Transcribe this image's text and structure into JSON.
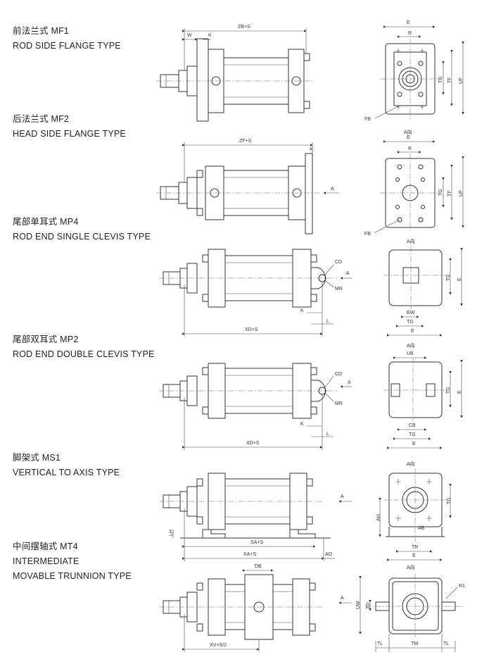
{
  "types": [
    {
      "id": "mf1",
      "cn": "前法兰式 MF1",
      "en": [
        "ROD SIDE FLANGE TYPE"
      ]
    },
    {
      "id": "mf2",
      "cn": "后法兰式 MF2",
      "en": [
        "HEAD SIDE FLANGE TYPE"
      ]
    },
    {
      "id": "mp4",
      "cn": "尾部单耳式 MP4",
      "en": [
        "ROD END SINGLE CLEVIS TYPE"
      ]
    },
    {
      "id": "mp2",
      "cn": "尾部双耳式 MP2",
      "en": [
        "ROD END DOUBLE CLEVIS TYPE"
      ]
    },
    {
      "id": "ms1",
      "cn": "脚架式 MS1",
      "en": [
        "VERTICAL TO AXIS TYPE"
      ]
    },
    {
      "id": "mt4",
      "cn": "中间摆轴式 MT4",
      "en": [
        "INTERMEDIATE",
        "MOVABLE TRUNNION TYPE"
      ]
    }
  ],
  "dims": {
    "mf1": {
      "zb": "ZB+S",
      "w": "W",
      "k": "K",
      "e": "E",
      "r": "R",
      "tg": "TG",
      "tf": "TF",
      "uf": "UF",
      "fb": "FB"
    },
    "mf2": {
      "zf": "ZF+S",
      "k": "K",
      "a": "A",
      "view": "A向",
      "e": "E",
      "r": "R",
      "tg": "TG",
      "tf": "TF",
      "uf": "UF",
      "fb": "FB"
    },
    "mp4": {
      "cd": "CD",
      "a": "A",
      "mr": "MR",
      "k": "K",
      "l": "L",
      "xd": "XD+S",
      "view": "A向",
      "tg": "TG",
      "e": "E",
      "ew": "EW",
      "tg2": "TG",
      "e2": "E"
    },
    "mp2": {
      "cd": "CD",
      "a": "A",
      "mr": "MR",
      "k": "K",
      "l": "L",
      "xd": "XD+S",
      "view": "A向",
      "ub": "UB",
      "tg": "TG",
      "e": "E",
      "cb": "CB",
      "tg2": "TG",
      "e2": "E"
    },
    "ms1": {
      "a": "A",
      "sa": "SA+S",
      "xa": "XA+S",
      "ao": "AO",
      "lh": "LH",
      "view": "A向",
      "tg": "TG",
      "ah": "AH",
      "ab": "AB",
      "tr": "TR",
      "e": "E"
    },
    "mt4": {
      "db": "DB",
      "a": "A",
      "xv": "XV+S/2",
      "view": "A向",
      "r1": "R1",
      "td": "TD",
      "uw": "UW",
      "tl": "TL",
      "tm": "TM",
      "tl2": "TL"
    }
  }
}
